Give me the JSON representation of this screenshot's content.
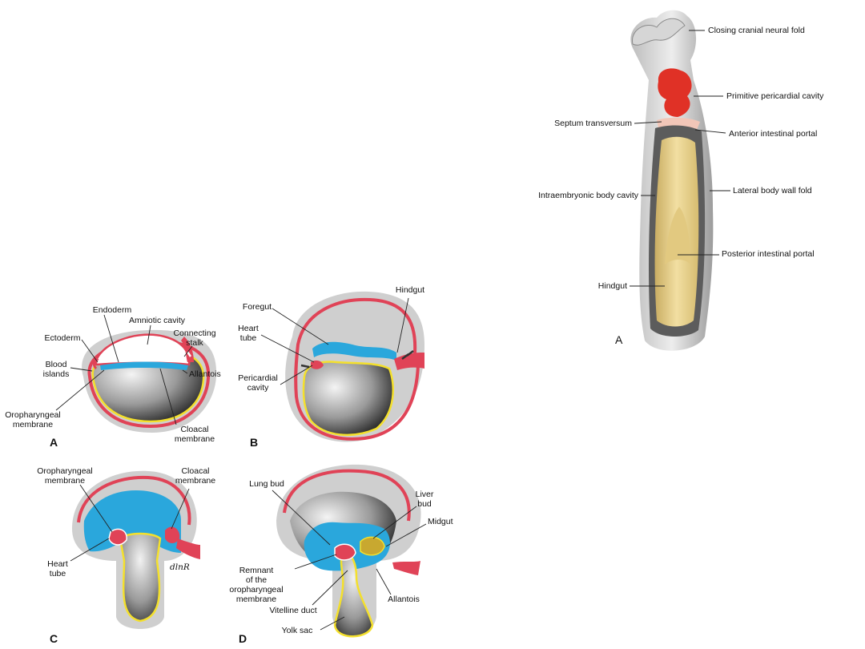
{
  "colors": {
    "ectoderm_red": "#e04357",
    "endoderm_yellow": "#f4e02c",
    "amniotic_blue": "#2aa7dc",
    "yolk_fill": "#e9d28c",
    "heart_red": "#e03126"
  },
  "panels": {
    "A": {
      "letter": "A",
      "labels": {
        "endoderm": "Endoderm",
        "amniotic_cavity": "Amniotic cavity",
        "ectoderm": "Ectoderm",
        "connecting_stalk": "Connecting\nstalk",
        "blood_islands": "Blood\nislands",
        "allantois": "Allantois",
        "oropharyngeal_membrane": "Oropharyngeal\nmembrane",
        "cloacal_membrane": "Cloacal\nmembrane"
      }
    },
    "B": {
      "letter": "B",
      "labels": {
        "hindgut": "Hindgut",
        "foregut": "Foregut",
        "heart_tube": "Heart\ntube",
        "pericardial_cavity": "Pericardial\ncavity"
      }
    },
    "C": {
      "letter": "C",
      "labels": {
        "oropharyngeal_membrane": "Oropharyngeal\nmembrane",
        "cloacal_membrane": "Cloacal\nmembrane",
        "heart_tube": "Heart\ntube",
        "signature": "dlnR"
      }
    },
    "D": {
      "letter": "D",
      "labels": {
        "lung_bud": "Lung bud",
        "liver_bud": "Liver\nbud",
        "midgut": "Midgut",
        "remnant": "Remnant\nof the\noropharyngeal\nmembrane",
        "allantois": "Allantois",
        "vitelline_duct": "Vitelline duct",
        "yolk_sac": "Yolk sac"
      }
    },
    "E": {
      "letter": "A",
      "labels": {
        "closing_cranial": "Closing cranial neural fold",
        "primitive_pericardial": "Primitive pericardial cavity",
        "septum_transversum": "Septum transversum",
        "anterior_intestinal_portal": "Anterior intestinal portal",
        "intraembryonic_body_cavity": "Intraembryonic body cavity",
        "lateral_body_wall_fold": "Lateral body wall fold",
        "posterior_intestinal_portal": "Posterior intestinal portal",
        "hindgut": "Hindgut"
      }
    }
  }
}
